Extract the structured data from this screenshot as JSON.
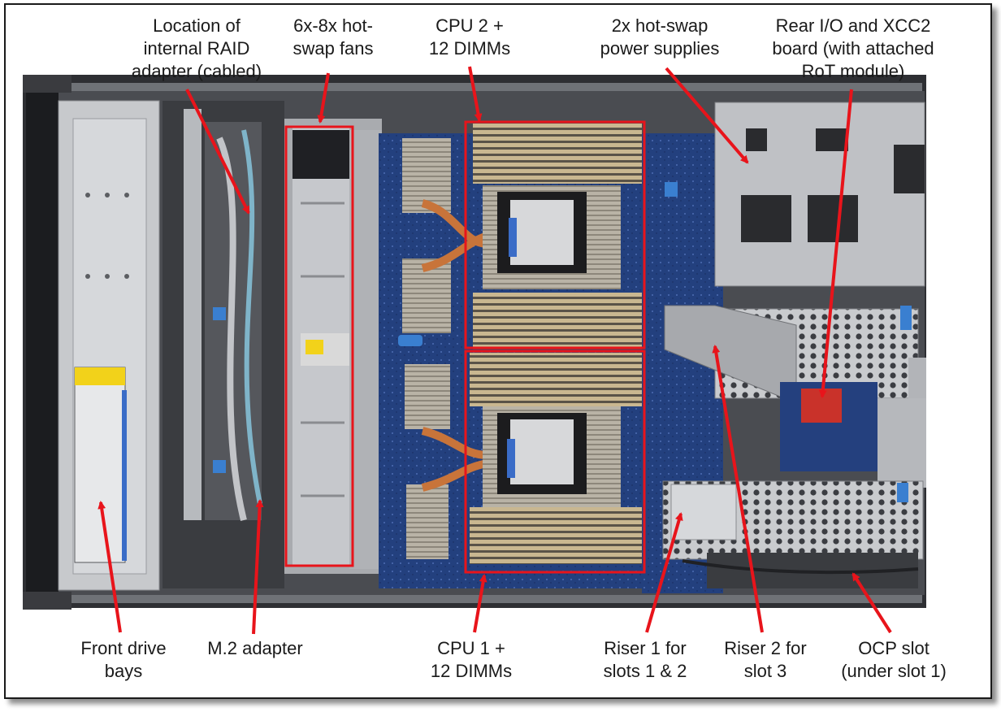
{
  "labels": {
    "raid": [
      "Location of",
      "internal RAID",
      "adapter (cabled)"
    ],
    "fans": [
      "6x-8x hot-",
      "swap fans"
    ],
    "cpu2": [
      "CPU 2 +",
      "12 DIMMs"
    ],
    "psu": [
      "2x hot-swap",
      "power supplies"
    ],
    "rear": [
      "Rear I/O and XCC2",
      "board (with attached",
      "RoT module)"
    ],
    "front": [
      "Front drive",
      "bays"
    ],
    "m2": [
      "M.2 adapter"
    ],
    "cpu1": [
      "CPU 1 +",
      "12 DIMMs"
    ],
    "riser1": [
      "Riser 1 for",
      "slots 1 & 2"
    ],
    "riser2": [
      "Riser 2 for",
      "slot 3"
    ],
    "ocp": [
      "OCP slot",
      "(under slot 1)"
    ]
  },
  "colors": {
    "callout": "#e8141b",
    "text": "#1a1a1a",
    "chassis": "#8c8f94",
    "board": "#213a78",
    "heatsink": "#c8b89a",
    "copper": "#c8743a"
  }
}
